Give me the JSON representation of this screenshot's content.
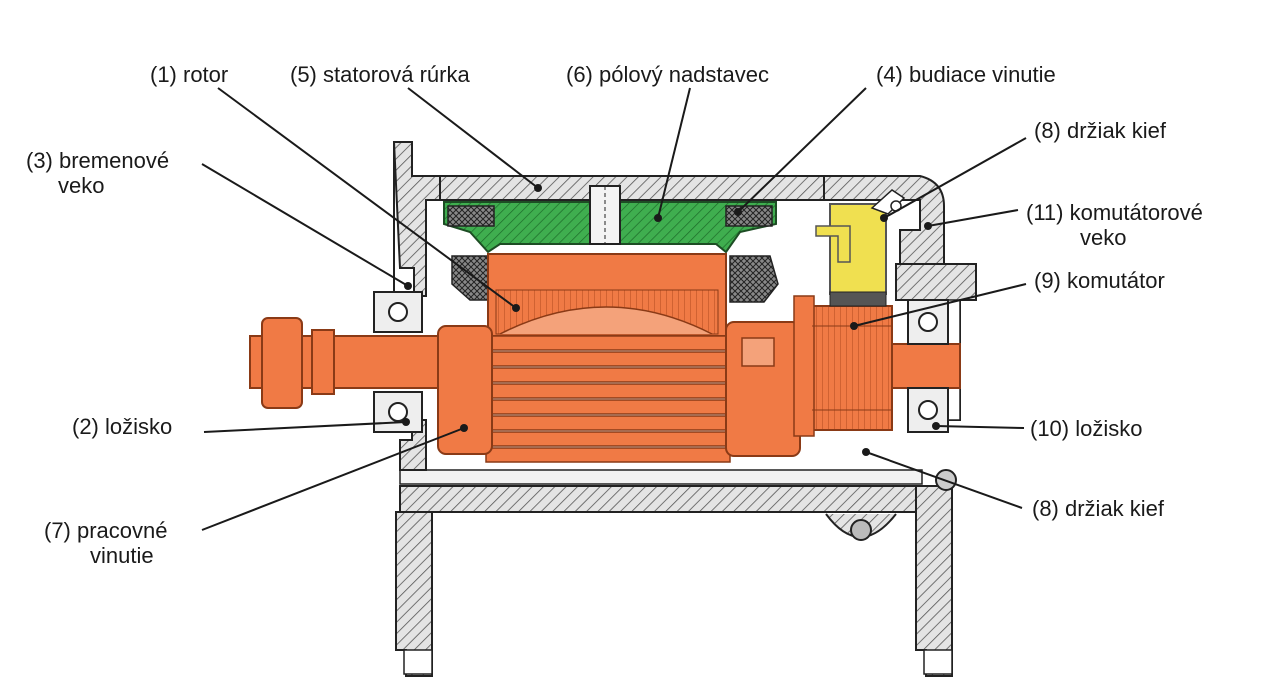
{
  "diagram": {
    "labels": {
      "rotor": "(1) rotor",
      "statorova_rurka": "(5) statorová rúrka",
      "polovy_nadstavec": "(6) pólový nadstavec",
      "budiace_vinutie": "(4) budiace vinutie",
      "drziak_kief_top": "(8) držiak kief",
      "bremenove_veko_line1": "(3) bremenové",
      "bremenove_veko_line2": "veko",
      "komutatorove_veko_line1": "(11) komutátorové",
      "komutatorove_veko_line2": "veko",
      "komutator": "(9) komutátor",
      "lozisko_left": "(2) ložisko",
      "lozisko_right": "(10) ložisko",
      "pracovne_vinutie_line1": "(7) pracovné",
      "pracovne_vinutie_line2": "vinutie",
      "drziak_kief_bottom": "(8) držiak kief"
    },
    "colors": {
      "rotor_orange": "#f07a45",
      "pole_green": "#3fae4f",
      "brush_yellow": "#f0e050",
      "housing_gray": "#d8d8d8",
      "line": "#1a1a1a"
    }
  }
}
